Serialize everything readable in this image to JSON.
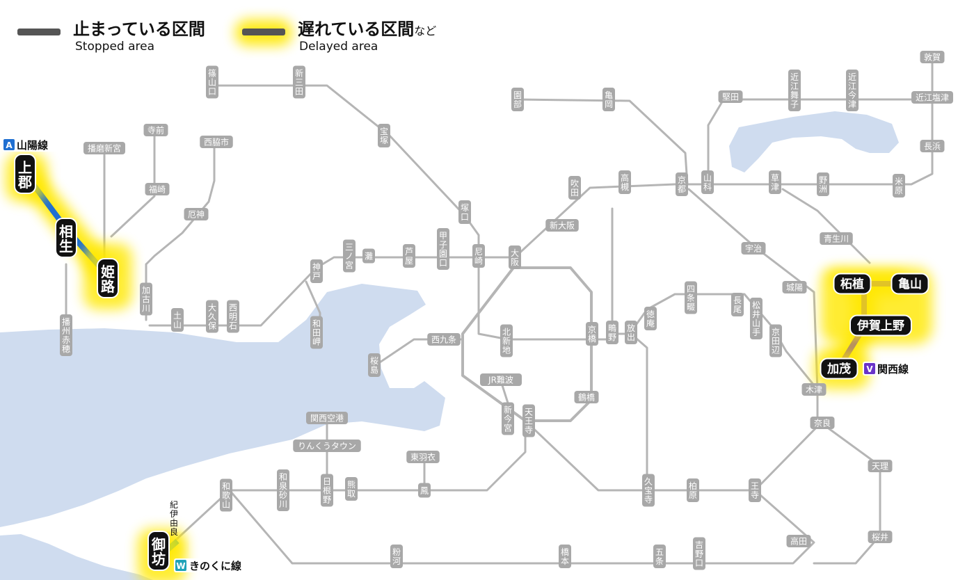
{
  "legend": {
    "stopped": {
      "jp": "止まっている区間",
      "en": "Stopped area"
    },
    "delayed": {
      "jp": "遅れている区間",
      "jp_suffix": "など",
      "en": "Delayed area"
    }
  },
  "colors": {
    "water": "#cfdcef",
    "track": "#b5b5b5",
    "station_bg": "#a8a8a8",
    "stopped": "#555555",
    "delay_glow": "#ffe800",
    "sanyo": "#1f6fd1",
    "kansai": "#6a33c8",
    "kinokuni": "#1fa2b8",
    "station_black": "#111111"
  },
  "lines": {
    "sanyo": {
      "badge": "A",
      "name": "山陽線",
      "color": "#1f6fd1"
    },
    "kansai": {
      "badge": "V",
      "name": "関西線",
      "color": "#6a33c8"
    },
    "kinokuni": {
      "badge": "W",
      "name": "きのくに線",
      "color": "#1fa2b8"
    }
  },
  "stations": {
    "sasayamaguchi": "篠山口",
    "shinsanda": "新三田",
    "takarazuka": "宝塚",
    "tsukaguchi": "塚口",
    "amagasaki": "尼崎",
    "koshienguchi": "甲子園口",
    "ashiya": "芦屋",
    "nada": "灘",
    "sannomiya": "三ノ宮",
    "kobe": "神戸",
    "wadamisaki": "和田岬",
    "nishiakashi": "西明石",
    "okubo": "大久保",
    "doyama": "土山",
    "kakogawa": "加古川",
    "yakujin": "厄神",
    "nishiwakishi": "西脇市",
    "fukusaki": "福崎",
    "teramae": "寺前",
    "harimashingu": "播磨新宮",
    "banshuako": "播州赤穂",
    "kamigori": "上郡",
    "aioi": "相生",
    "himeji": "姫路",
    "sonobe": "園部",
    "kameoka": "亀岡",
    "kyoto": "京都",
    "takatsuki": "高槻",
    "suita": "吹田",
    "shinosaka": "新大阪",
    "osaka": "大阪",
    "kitashinchi": "北新地",
    "nishikujo": "西九条",
    "sakurajima": "桜島",
    "kyobashi": "京橋",
    "tsurumi": "鶴橋",
    "jrnanba": "JR難波",
    "shinimamiya": "新今宮",
    "tennoji": "天王寺",
    "shigino": "鴫野",
    "hanaten": "放出",
    "tokuan": "徳庵",
    "shijonawate": "四条畷",
    "nagao": "長尾",
    "matsuiyamate": "松井山手",
    "kyotanabe": "京田辺",
    "yamashina": "山科",
    "katata": "堅田",
    "omimaiko": "近江舞子",
    "omiimazu": "近江今津",
    "omishiotsu": "近江塩津",
    "tsuruga": "敦賀",
    "nagahama": "長浜",
    "maibara": "米原",
    "kusatsu": "草津",
    "yasu": "野洲",
    "uji": "宇治",
    "joyo": "城陽",
    "kizu": "木津",
    "nara": "奈良",
    "tsuge": "柘植",
    "kameyama": "亀山",
    "igaueno": "伊賀上野",
    "kamo": "加茂",
    "aogaki": "青生川",
    "tenri": "天理",
    "sakurai": "桜井",
    "takada": "高田",
    "oji": "王寺",
    "kashiwara": "柏原",
    "kyuhoji": "久宝寺",
    "yoshinoguchi": "吉野口",
    "gojo": "五条",
    "hashimoto": "橋本",
    "kokawa": "粉河",
    "wakayama": "和歌山",
    "kiiyura": "紀伊由良",
    "gobo": "御坊",
    "kansaiairport": "関西空港",
    "rinkutown": "りんくうタウン",
    "hineno": "日根野",
    "izumisunagawa": "和泉砂川",
    "kumatori": "熊取",
    "otori": "鳳",
    "higashihagoromo": "東羽衣"
  }
}
